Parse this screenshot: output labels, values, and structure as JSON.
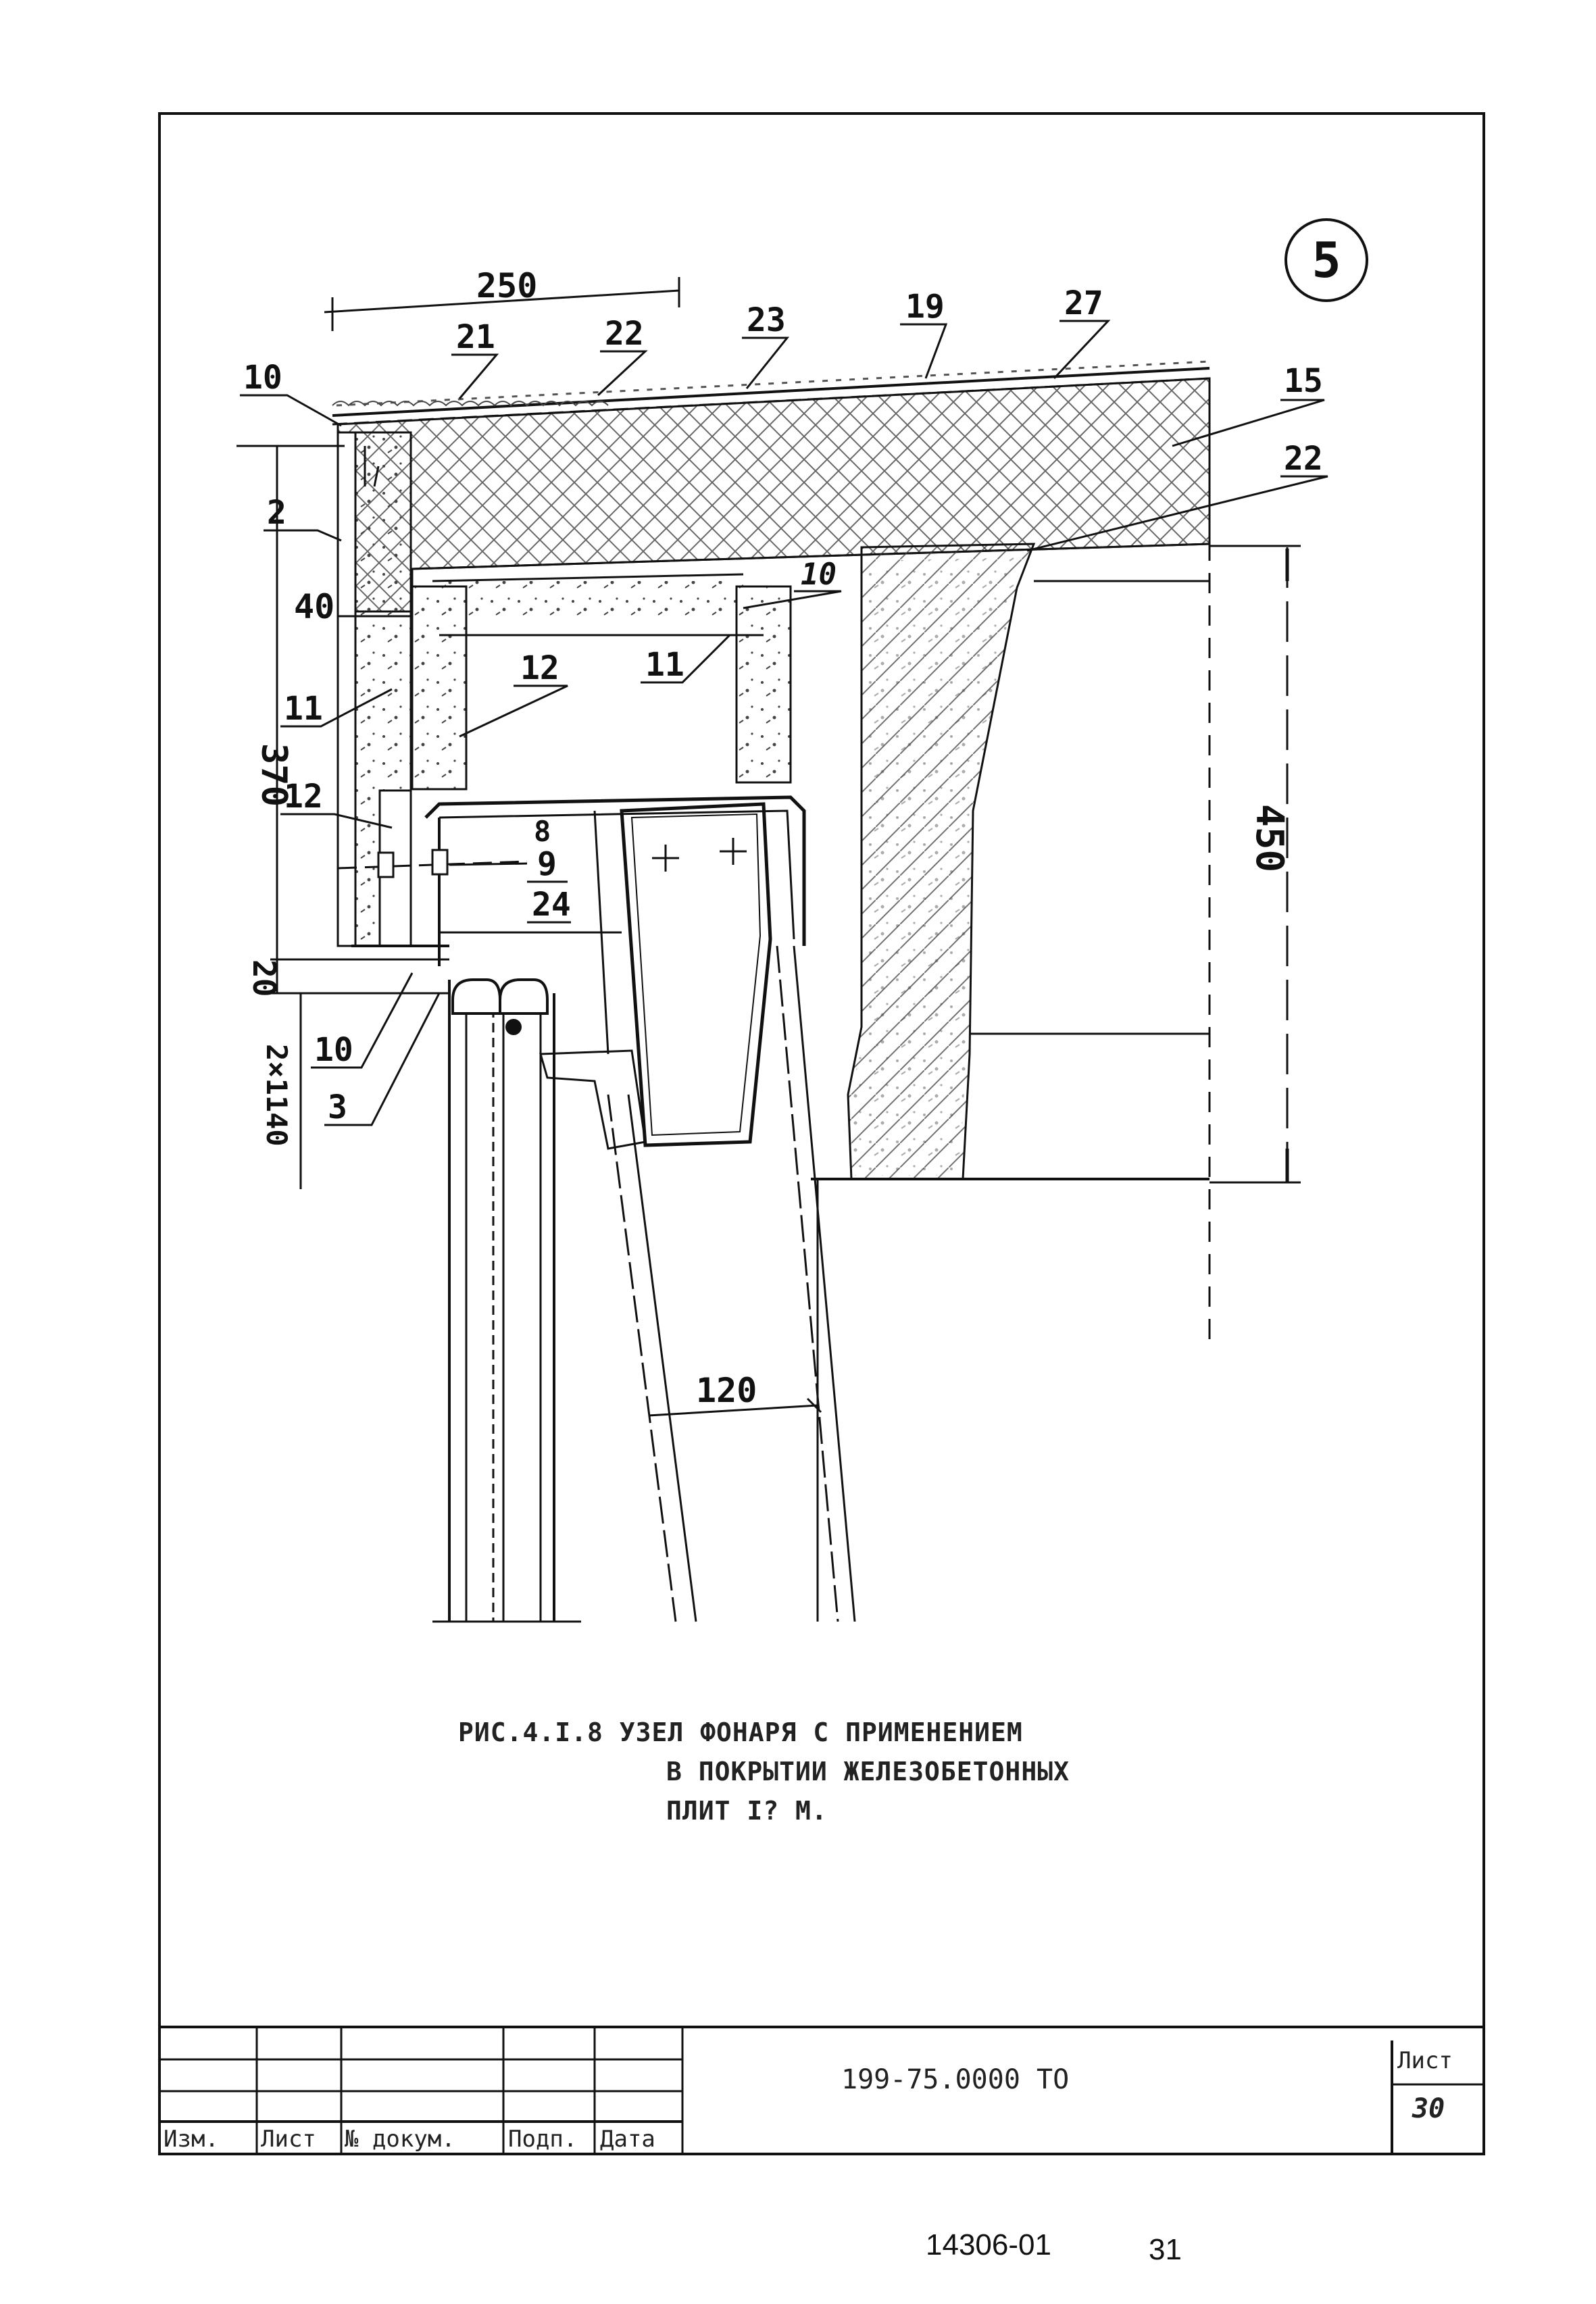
{
  "sheet_number_badge": "5",
  "dimensions": {
    "d250": "250",
    "d370": "370",
    "d40": "40",
    "d20": "20",
    "d2x1140": "2×1140",
    "d450": "450",
    "d120": "120"
  },
  "callouts": {
    "c10_top": "10",
    "c21": "21",
    "c22_top": "22",
    "c23": "23",
    "c19": "19",
    "c27": "27",
    "c15": "15",
    "c22_right": "22",
    "c2": "2",
    "c10_mid": "10",
    "c11_left": "11",
    "c12_mid": "12",
    "c11_mid": "11",
    "c12_left": "12",
    "c8": "8",
    "c9": "9",
    "c24": "24",
    "c10_bottom": "10",
    "c3": "3"
  },
  "caption": {
    "line1": "РИС.4.I.8  УЗЕЛ ФОНАРЯ С ПРИМЕНЕНИЕМ",
    "line2": "В ПОКРЫТИИ ЖЕЛЕЗОБЕТОННЫХ",
    "line3": "ПЛИТ I? М."
  },
  "title_block": {
    "col_izm": "Изм.",
    "col_list": "Лист",
    "col_doc": "№ докум.",
    "col_podp": "Подп.",
    "col_data": "Дата",
    "doc_code": "199-75.0000 ТО",
    "sheet_label": "Лист",
    "sheet_value": "30"
  },
  "footer": {
    "archive_code": "14306-01",
    "page_number": "31"
  }
}
